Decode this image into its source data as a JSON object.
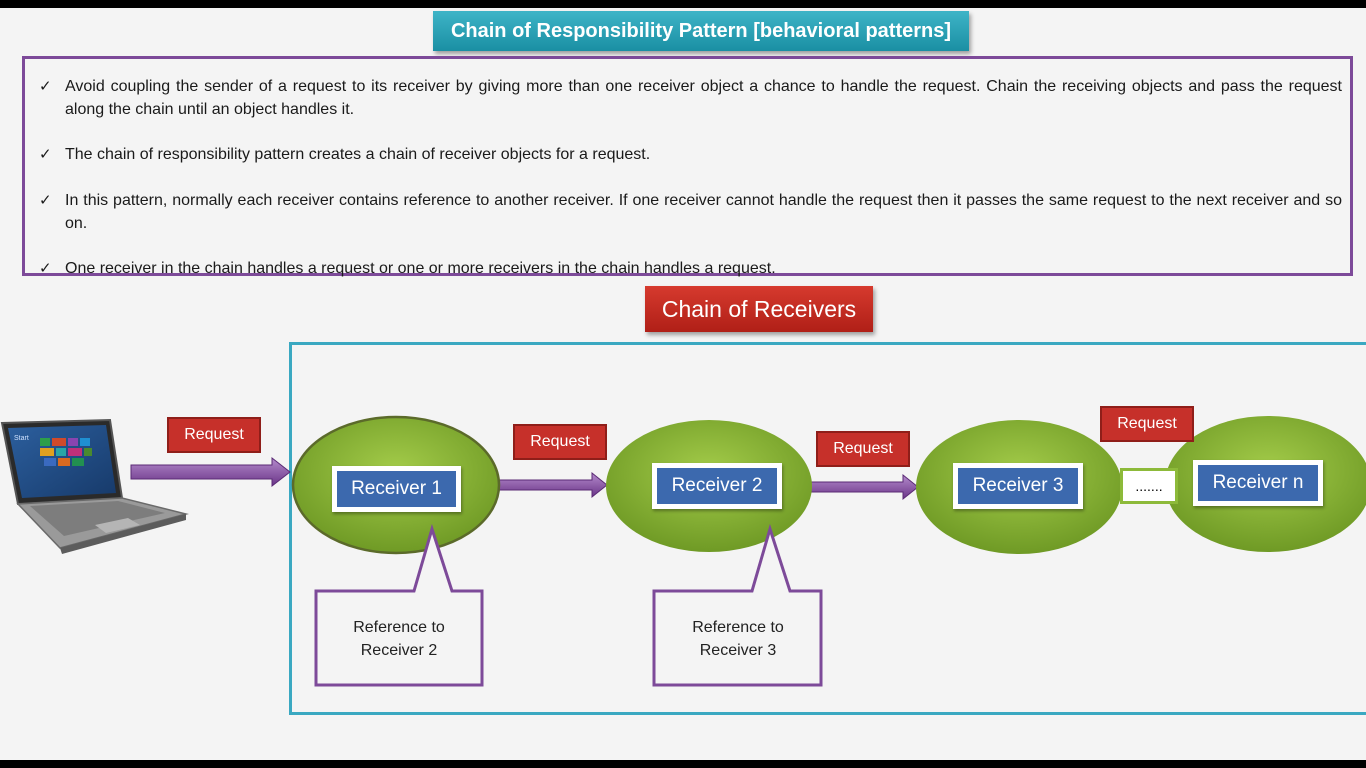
{
  "title": "Chain of Responsibility Pattern [behavioral patterns]",
  "bullets": [
    "Avoid coupling the sender of a request to its receiver by giving more than one receiver object a chance to handle the request. Chain the receiving objects and pass the request along the chain until an object handles it.",
    "The chain of responsibility pattern creates a chain of receiver objects for a request.",
    "In this pattern, normally each receiver contains reference to another receiver. If one receiver cannot handle the request then it passes the same request to the next receiver and so on.",
    "One receiver in the chain handles a request   or one or more receivers in the chain handles a request."
  ],
  "check_mark": "✓",
  "chain_title": "Chain of Receivers",
  "request_label": "Request",
  "receivers": [
    "Receiver 1",
    "Receiver 2",
    "Receiver 3",
    "Receiver n"
  ],
  "ellipsis": ".......",
  "references": [
    {
      "line1": "Reference to",
      "line2": "Receiver 2"
    },
    {
      "line1": "Reference to",
      "line2": "Receiver 3"
    }
  ],
  "laptop_screen_label": "Start",
  "colors": {
    "title_bar": "#1a8fa3",
    "bullet_border": "#7d4a99",
    "chain_title": "#c6302a",
    "chain_border": "#3aa8c1",
    "ellipse": "#8dba3a",
    "receiver_label": "#3c69ae",
    "arrow": "#7a4596",
    "request_box": "#c6302a"
  },
  "icons": [
    "laptop-icon",
    "check-icon",
    "arrow-icon"
  ]
}
